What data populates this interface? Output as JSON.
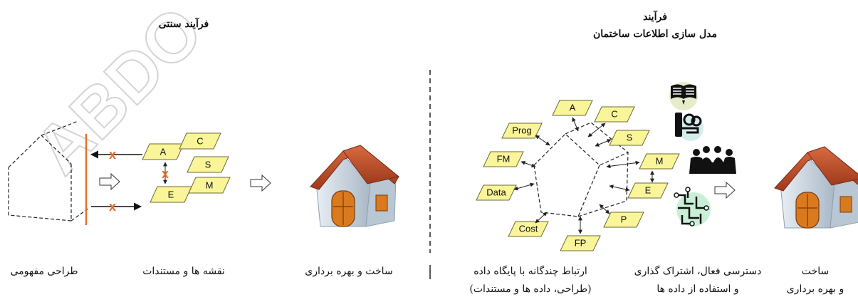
{
  "titles": {
    "traditional": "فرآیند سنتی",
    "bim_line1": "فرآیند",
    "bim_line2": "مدل سازی اطلاعات ساختمان"
  },
  "watermark": "ABDO",
  "left_panel": {
    "doc_labels": [
      "A",
      "C",
      "S",
      "E",
      "M"
    ],
    "captions": {
      "concept": "طراحی مفهومی",
      "docs": "نقشه ها و مستندات",
      "build": "ساخت و بهره برداری"
    }
  },
  "right_panel": {
    "doc_labels": [
      "A",
      "C",
      "S",
      "M",
      "E",
      "P",
      "FP",
      "Cost",
      "Data",
      "FM",
      "Prog"
    ],
    "icons": [
      "book-icon",
      "robot-icon",
      "meeting-people-icon",
      "circuit-icon"
    ],
    "captions": {
      "relation_line1": "ارتباط چندگانه با پایگاه داده",
      "relation_line2": "(طراحی، داده ها و مستندات)",
      "access_line1": "دسترسی فعال، اشتراک گذاری",
      "access_line2": "و استفاده از داده ها",
      "build_line1": "ساخت",
      "build_line2": "و بهره برداری"
    }
  },
  "colors": {
    "parallelogram_fill": "#fbf59a",
    "cross_mark": "#e8702a",
    "barrier_line": "#e8702a",
    "roof": "#c2512c",
    "house_wall": "#c9d6e3"
  }
}
